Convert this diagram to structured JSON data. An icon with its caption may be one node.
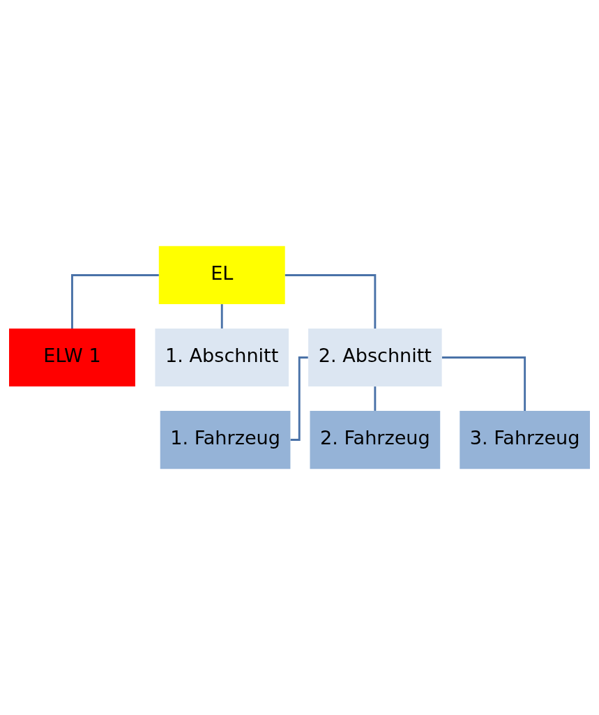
{
  "diagram": {
    "nodes": [
      {
        "text": [
          "EL"
        ]
      },
      {
        "text": [
          "ELW 1"
        ]
      },
      {
        "text": [
          "1. Abschnitt"
        ]
      },
      {
        "text": [
          "2. Abschnitt"
        ]
      },
      {
        "text": [
          "1. Fahrzeug"
        ]
      },
      {
        "text": [
          "2. Fahrzeug"
        ]
      },
      {
        "text": [
          "3. Fahrzeug"
        ]
      }
    ],
    "edges": [
      {
        "from": 0,
        "to": 1,
        "arrow": "none"
      },
      {
        "from": 0,
        "to": 2,
        "arrow": "none"
      },
      {
        "from": 0,
        "to": 3,
        "arrow": "none"
      },
      {
        "from": 3,
        "to": 4,
        "arrow": "none"
      },
      {
        "from": 3,
        "to": 5,
        "arrow": "none"
      },
      {
        "from": 3,
        "to": 6,
        "arrow": "none"
      }
    ]
  }
}
